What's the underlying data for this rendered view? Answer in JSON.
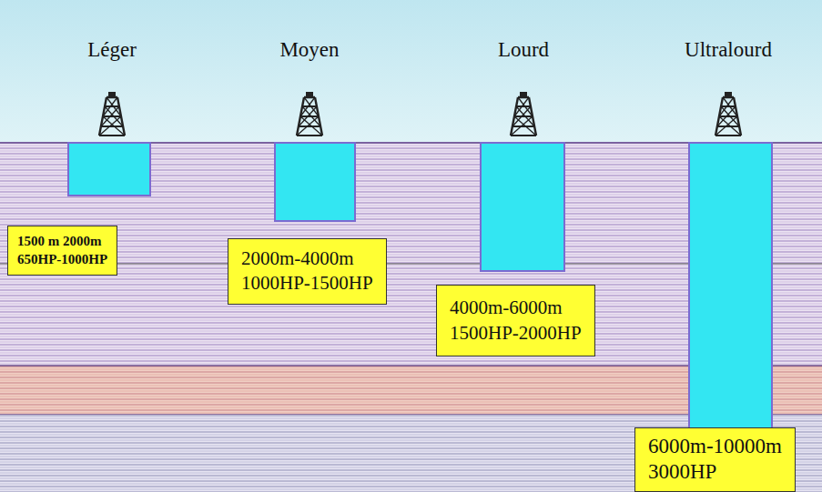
{
  "diagram": {
    "nodes": [
      {
        "text": [
          "1500 m 2000m",
          "650HP-1000HP"
        ]
      },
      {
        "text": [
          "2000m-4000m",
          "1000HP-1500HP"
        ]
      },
      {
        "text": [
          "4000m-6000m",
          "1500HP-2000HP"
        ]
      },
      {
        "text": [
          "6000m-10000m",
          "3000HP"
        ]
      }
    ],
    "labels": [
      "Léger",
      "Moyen",
      "Lourd",
      "Ultralourd"
    ]
  }
}
